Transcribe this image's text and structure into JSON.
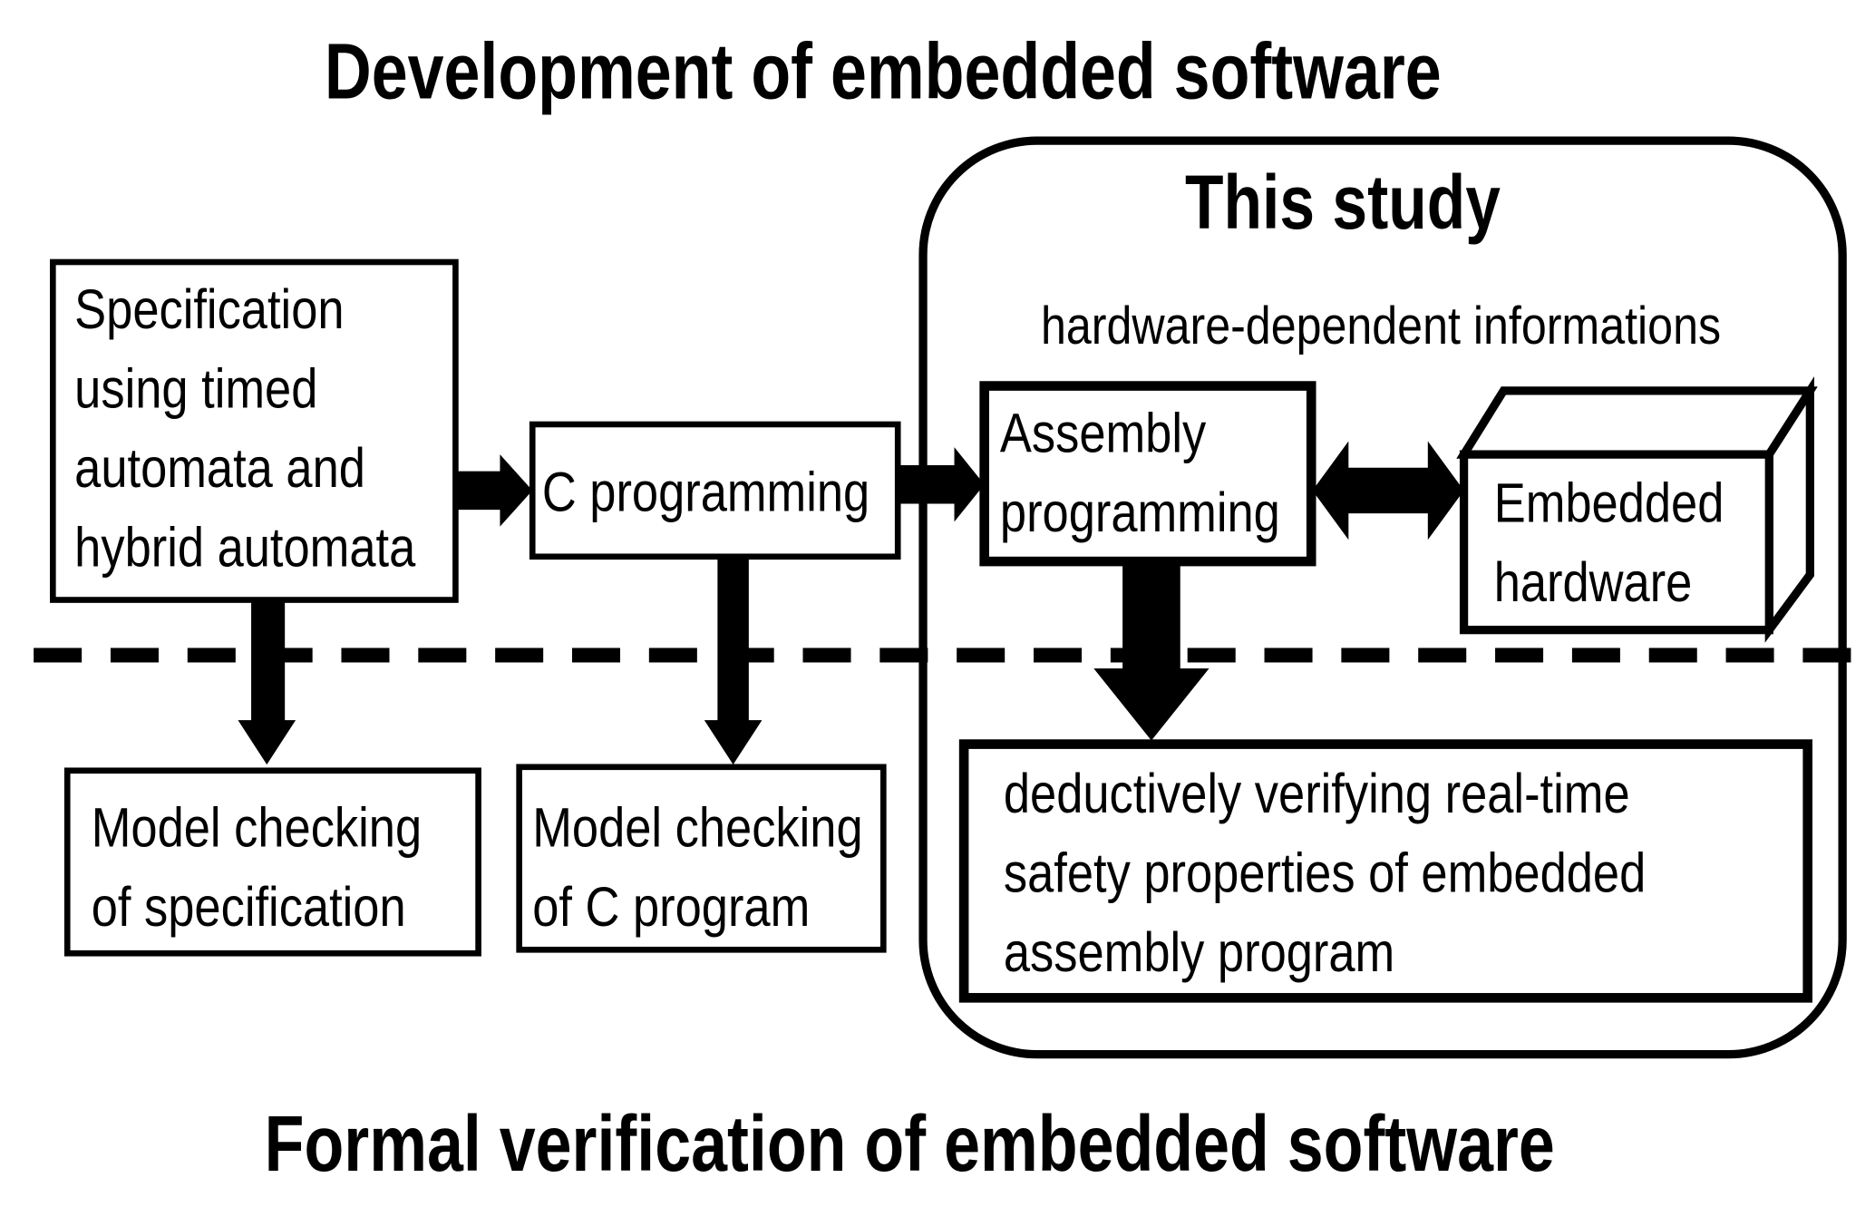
{
  "titles": {
    "top": "Development of embedded software",
    "bottom": "Formal verification of embedded software"
  },
  "study": {
    "title": "This study",
    "hardware_note": "hardware-dependent informations"
  },
  "nodes": {
    "spec": {
      "lines": [
        "Specification",
        "using timed",
        "automata and",
        "hybrid automata"
      ]
    },
    "c_programming": {
      "lines": [
        "C programming"
      ]
    },
    "assembly": {
      "lines": [
        "Assembly",
        "programming"
      ]
    },
    "hardware": {
      "lines": [
        "Embedded",
        "hardware"
      ]
    },
    "model_spec": {
      "lines": [
        "Model checking",
        "of specification"
      ]
    },
    "model_c": {
      "lines": [
        "Model checking",
        "of C program"
      ]
    },
    "deductive": {
      "lines": [
        "deductively verifying real-time",
        "safety properties of embedded",
        "assembly program"
      ]
    }
  },
  "colors": {
    "ink": "#000000",
    "background": "#ffffff"
  }
}
